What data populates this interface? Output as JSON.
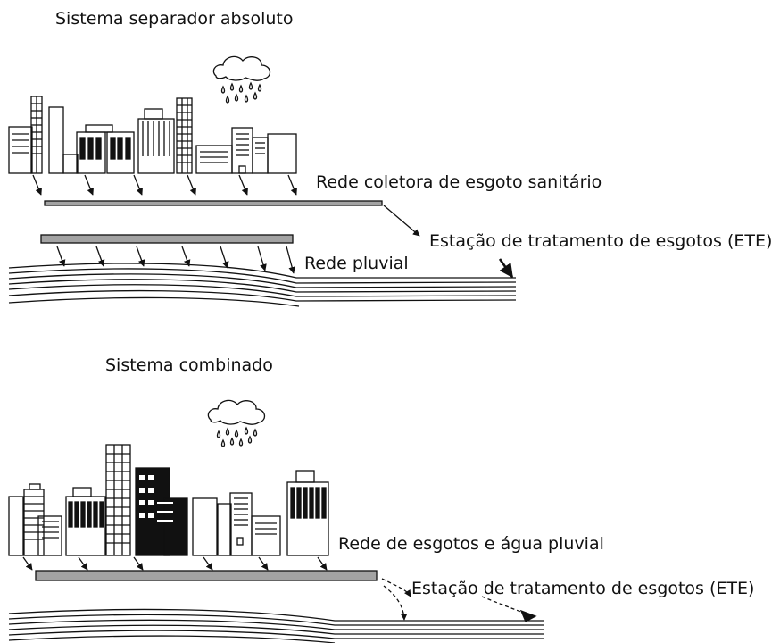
{
  "top": {
    "title": "Sistema separador absoluto",
    "sanitary_network_label": "Rede coletora de esgoto sanitário",
    "treatment_station_label": "Estação de tratamento de esgotos (ETE)",
    "storm_network_label": "Rede pluvial"
  },
  "bottom": {
    "title": "Sistema combinado",
    "combined_network_label": "Rede de esgotos e água pluvial",
    "treatment_station_label": "Estação de tratamento de esgotos (ETE)"
  },
  "colors": {
    "stroke": "#111111",
    "pipe_fill": "#a3a3a3",
    "background": "#ffffff"
  }
}
